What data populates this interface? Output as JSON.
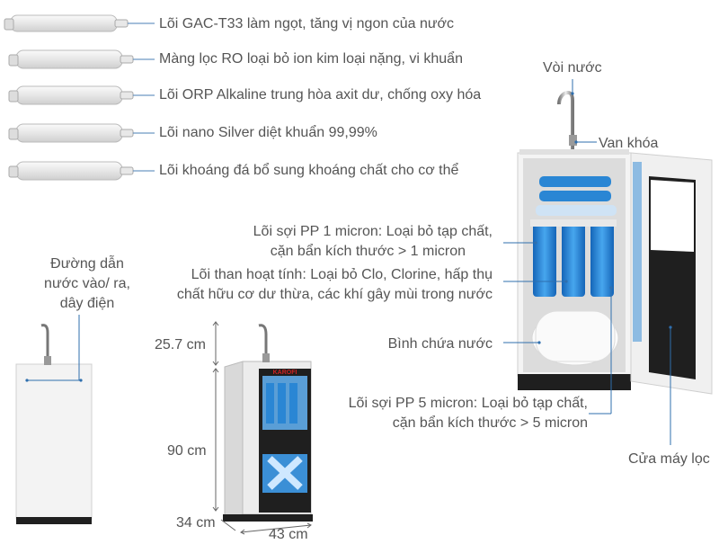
{
  "filters": [
    "Lõi GAC-T33 làm ngọt, tăng vị ngon của nước",
    "Màng lọc RO loại bỏ ion kim loại nặng, vi khuẩn",
    "Lõi ORP Alkaline trung hòa axit dư, chống oxy hóa",
    "Lõi nano Silver diệt khuẩn 99,99%",
    "Lõi khoáng đá bổ sung khoáng chất cho cơ thể"
  ],
  "faucet_label": "Vòi nước",
  "valve_label": "Van khóa",
  "pp1_line1": "Lõi sợi PP 1 micron: Loại bỏ tạp chất,",
  "pp1_line2": "cặn bẩn kích thước > 1 micron",
  "carbon_line1": "Lõi than hoạt tính: Loại bỏ Clo, Clorine, hấp thụ",
  "carbon_line2": "chất hữu cơ dư thừa, các khí gây mùi trong nước",
  "tank_label": "Bình chứa nước",
  "pp5_line1": "Lõi sợi PP 5 micron: Loại bỏ tạp chất,",
  "pp5_line2": "cặn bẩn kích thước > 5 micron",
  "door_label": "Cửa máy lọc",
  "pipes_line1": "Đường dẫn",
  "pipes_line2": "nước vào/ ra,",
  "pipes_line3": "dây điện",
  "dim_top": "25.7 cm",
  "dim_height": "90 cm",
  "dim_depth": "34 cm",
  "dim_width": "43 cm",
  "brand": "KAROFI",
  "colors": {
    "text": "#555555",
    "line": "#2f6fae",
    "filter_blue": "#2a86d4",
    "cabinet_black": "#1f1f1f"
  }
}
